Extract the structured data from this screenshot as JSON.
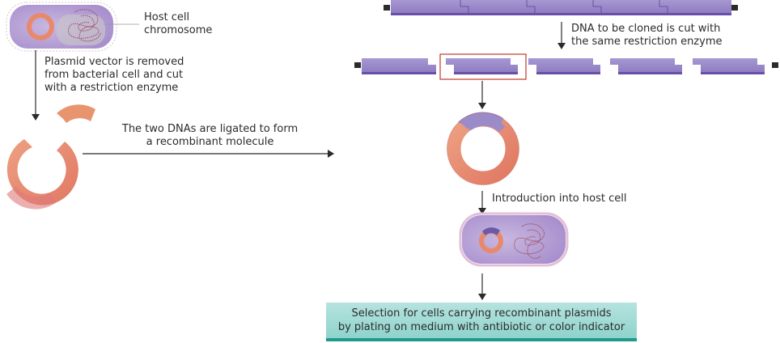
{
  "labels": {
    "host_chromosome": [
      "Host cell",
      "chromosome"
    ],
    "plasmid_removed": [
      "Plasmid vector is removed",
      "from bacterial cell and cut",
      "with a restriction enzyme"
    ],
    "ligation": [
      "The two DNAs are ligated to form",
      "a recombinant molecule"
    ],
    "dna_cut": [
      "DNA to be cloned is cut with",
      "the same restriction enzyme"
    ],
    "introduction": "Introduction into host cell",
    "selection": [
      "Selection for cells carrying recombinant plasmids",
      "by plating on medium with antibiotic or color indicator"
    ]
  },
  "colors": {
    "dna_purple": "#9b8cc9",
    "dna_purple_dark": "#6a4fa8",
    "plasmid_salmon": "#e8896b",
    "plasmid_pink": "#e07a7a",
    "cell_purple": "#b9a3d6",
    "highlight_red": "#c0392b",
    "selection_teal": "#9fdad3",
    "selection_border": "#1f9a8e"
  }
}
